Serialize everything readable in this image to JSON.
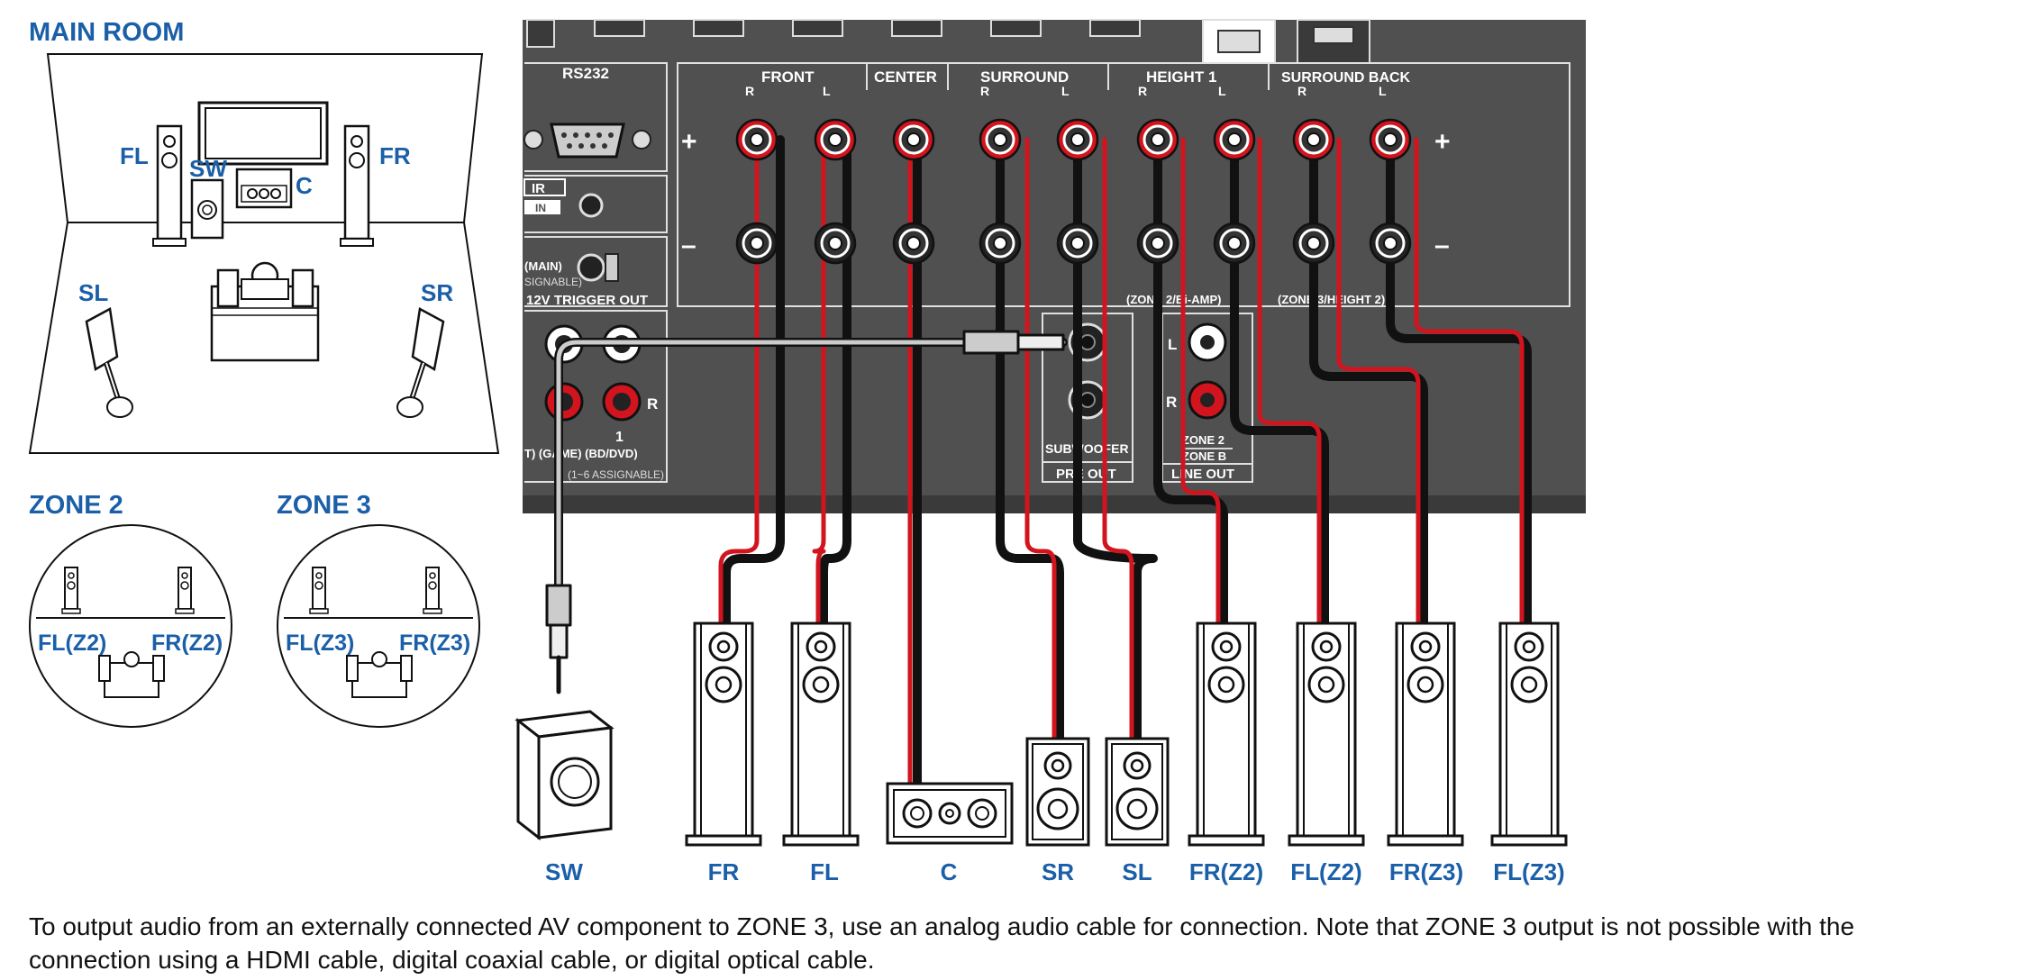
{
  "colors": {
    "label_blue": "#1a5fa8",
    "panel_gray": "#505050",
    "cable_red": "#d2141e",
    "cable_black": "#111111"
  },
  "main_room": {
    "title": "MAIN ROOM",
    "labels": {
      "fl": "FL",
      "fr": "FR",
      "sw": "SW",
      "c": "C",
      "sl": "SL",
      "sr": "SR"
    }
  },
  "zone2": {
    "title": "ZONE 2",
    "fl": "FL(Z2)",
    "fr": "FR(Z2)"
  },
  "zone3": {
    "title": "ZONE 3",
    "fl": "FL(Z3)",
    "fr": "FR(Z3)"
  },
  "panel": {
    "rs232": "RS232",
    "ir": "IR",
    "ir_in": "IN",
    "trigger_main": "(MAIN)",
    "trigger_assignable": "SIGNABLE)",
    "trigger_out": "12V TRIGGER OUT",
    "plus": "+",
    "minus": "–",
    "groups": [
      {
        "name": "FRONT",
        "r": "R",
        "l": "L"
      },
      {
        "name": "CENTER"
      },
      {
        "name": "SURROUND",
        "r": "R",
        "l": "L"
      },
      {
        "name": "HEIGHT 1",
        "r": "R",
        "l": "L"
      },
      {
        "name": "SURROUND BACK",
        "r": "R",
        "l": "L"
      }
    ],
    "zone2_biamp": "(ZONE 2/Bi-AMP)",
    "zone3_height2": "(ZONE 3/HEIGHT 2)",
    "subwoofer": "SUBWOOFER",
    "pre_out": "PRE OUT",
    "line_l": "L",
    "line_r": "R",
    "zone2_label": "ZONE 2",
    "zone_b": "ZONE B",
    "line_out": "LINE OUT",
    "input_r": "R",
    "input_num": "1",
    "input_names": "T) (GAME) (BD/DVD)",
    "input_assignable": "(1~6 ASSIGNABLE)"
  },
  "speakers": [
    "SW",
    "FR",
    "FL",
    "C",
    "SR",
    "SL",
    "FR(Z2)",
    "FL(Z2)",
    "FR(Z3)",
    "FL(Z3)"
  ],
  "caption": {
    "line1": "To output audio from an externally connected AV component to ZONE 3, use an analog audio cable for connection. Note that ZONE 3 output is not possible with the",
    "line2": "connection using a HDMI cable, digital coaxial cable, or digital optical cable."
  }
}
